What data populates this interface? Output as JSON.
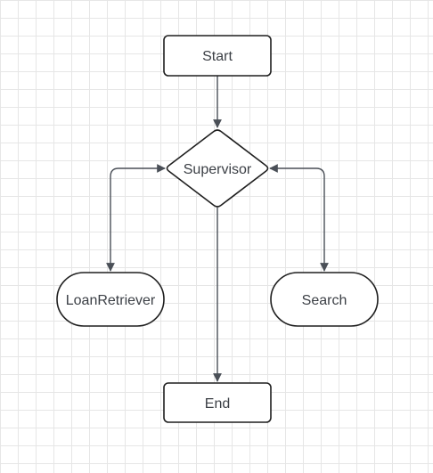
{
  "nodes": {
    "start": {
      "label": "Start",
      "shape": "rectangle"
    },
    "supervisor": {
      "label": "Supervisor",
      "shape": "diamond"
    },
    "loan_retriever": {
      "label": "LoanRetriever",
      "shape": "stadium"
    },
    "search": {
      "label": "Search",
      "shape": "stadium"
    },
    "end": {
      "label": "End",
      "shape": "rectangle"
    }
  },
  "edges": [
    {
      "from": "start",
      "to": "supervisor",
      "direction": "forward"
    },
    {
      "from": "supervisor",
      "to": "loan_retriever",
      "direction": "bidirectional"
    },
    {
      "from": "supervisor",
      "to": "search",
      "direction": "bidirectional"
    },
    {
      "from": "supervisor",
      "to": "end",
      "direction": "forward"
    }
  ],
  "colors": {
    "grid": "#e6e6e6",
    "node_border": "#1f1f1f",
    "edge": "#4a4f57",
    "text": "#3b3f45"
  }
}
